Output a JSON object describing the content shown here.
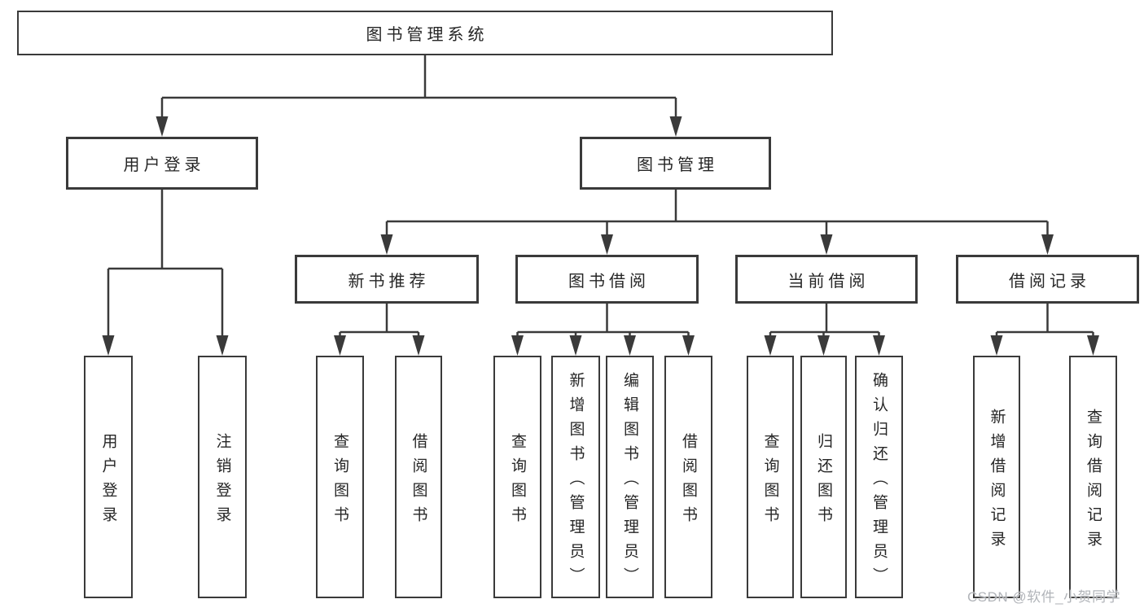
{
  "diagram": {
    "title": "图书管理系统",
    "nodes": {
      "root": "图书管理系统",
      "user_login": "用户登录",
      "book_mgmt": "图书管理",
      "new_books": "新书推荐",
      "book_borrow": "图书借阅",
      "current_borrow": "当前借阅",
      "borrow_records": "借阅记录",
      "leaves": {
        "user_login": [
          "用户登录",
          "注销登录"
        ],
        "new_books": [
          "查询图书",
          "借阅图书"
        ],
        "book_borrow": [
          "查询图书",
          "新增图书（管理员）",
          "编辑图书（管理员）",
          "借阅图书"
        ],
        "current_borrow": [
          "查询图书",
          "归还图书",
          "确认归还（管理员）"
        ],
        "borrow_records": [
          "新增借阅记录",
          "查询借阅记录"
        ]
      }
    },
    "colors": {
      "line": "#3a3a3a",
      "text": "#262626",
      "background": "#ffffff",
      "watermark": "#b1b4b9"
    }
  },
  "watermark": "CSDN @软件_小贺同学"
}
